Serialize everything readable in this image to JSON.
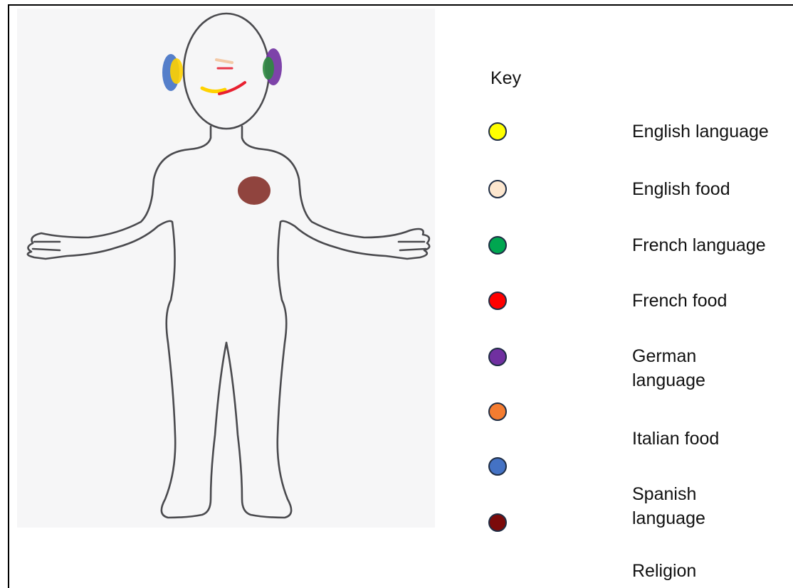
{
  "key": {
    "title": "Key",
    "items": [
      {
        "label": "English language",
        "color": "#ffff00"
      },
      {
        "label": "English food",
        "color": "#fde7cf"
      },
      {
        "label": "French language",
        "color": "#00a650"
      },
      {
        "label": "French food",
        "color": "#ff0000"
      },
      {
        "label": "German language",
        "color": "#7030a0"
      },
      {
        "label": "Italian food",
        "color": "#f47c30"
      },
      {
        "label": "Spanish language",
        "color": "#4472c4"
      },
      {
        "label": "Religion",
        "color": "#7b0a0a"
      }
    ]
  }
}
